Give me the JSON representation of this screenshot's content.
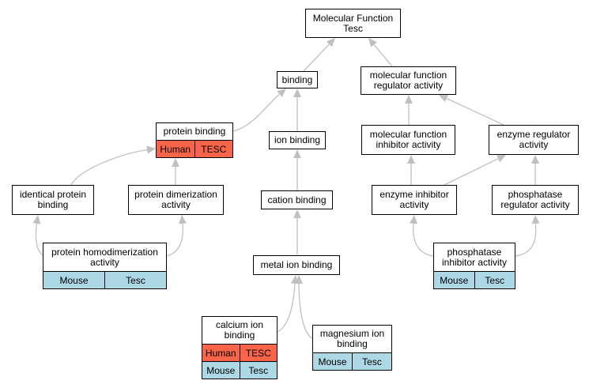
{
  "nodes": {
    "mf_tesc": {
      "title": "Molecular Function\nTesc"
    },
    "binding": {
      "title": "binding"
    },
    "mf_regulator": {
      "title": "molecular function\nregulator activity"
    },
    "protein_binding": {
      "title": "protein binding",
      "annotations": [
        [
          "Human",
          "TESC"
        ]
      ]
    },
    "ion_binding": {
      "title": "ion binding"
    },
    "mf_inhibitor": {
      "title": "molecular function\ninhibitor activity"
    },
    "enzyme_regulator": {
      "title": "enzyme regulator\nactivity"
    },
    "identical_protein": {
      "title": "identical protein\nbinding"
    },
    "protein_dimerization": {
      "title": "protein dimerization\nactivity"
    },
    "cation_binding": {
      "title": "cation binding"
    },
    "enzyme_inhibitor": {
      "title": "enzyme inhibitor\nactivity"
    },
    "phosphatase_regulator": {
      "title": "phosphatase\nregulator activity"
    },
    "protein_homodimerization": {
      "title": "protein homodimerization\nactivity",
      "annotations": [
        [
          "Mouse",
          "Tesc"
        ]
      ]
    },
    "metal_ion_binding": {
      "title": "metal ion binding"
    },
    "phosphatase_inhibitor": {
      "title": "phosphatase\ninhibitor activity",
      "annotations": [
        [
          "Mouse",
          "Tesc"
        ]
      ]
    },
    "calcium_ion_binding": {
      "title": "calcium ion\nbinding",
      "annotations": [
        [
          "Human",
          "TESC"
        ],
        [
          "Mouse",
          "Tesc"
        ]
      ]
    },
    "magnesium_ion_binding": {
      "title": "magnesium ion\nbinding",
      "annotations": [
        [
          "Mouse",
          "Tesc"
        ]
      ]
    }
  },
  "edges": [
    [
      "binding",
      "mf_tesc"
    ],
    [
      "mf_regulator",
      "mf_tesc"
    ],
    [
      "protein_binding",
      "binding"
    ],
    [
      "ion_binding",
      "binding"
    ],
    [
      "mf_inhibitor",
      "mf_regulator"
    ],
    [
      "enzyme_regulator",
      "mf_regulator"
    ],
    [
      "identical_protein",
      "protein_binding"
    ],
    [
      "protein_dimerization",
      "protein_binding"
    ],
    [
      "cation_binding",
      "ion_binding"
    ],
    [
      "enzyme_inhibitor",
      "mf_inhibitor"
    ],
    [
      "enzyme_inhibitor",
      "enzyme_regulator"
    ],
    [
      "phosphatase_regulator",
      "enzyme_regulator"
    ],
    [
      "protein_homodimerization",
      "identical_protein"
    ],
    [
      "protein_homodimerization",
      "protein_dimerization"
    ],
    [
      "metal_ion_binding",
      "cation_binding"
    ],
    [
      "phosphatase_inhibitor",
      "enzyme_inhibitor"
    ],
    [
      "phosphatase_inhibitor",
      "phosphatase_regulator"
    ],
    [
      "calcium_ion_binding",
      "metal_ion_binding"
    ],
    [
      "magnesium_ion_binding",
      "metal_ion_binding"
    ]
  ],
  "colors": {
    "human": "#fa6448",
    "mouse": "#add8e6",
    "edge": "#c0c0c0",
    "arrow": "#c0c0c0"
  }
}
